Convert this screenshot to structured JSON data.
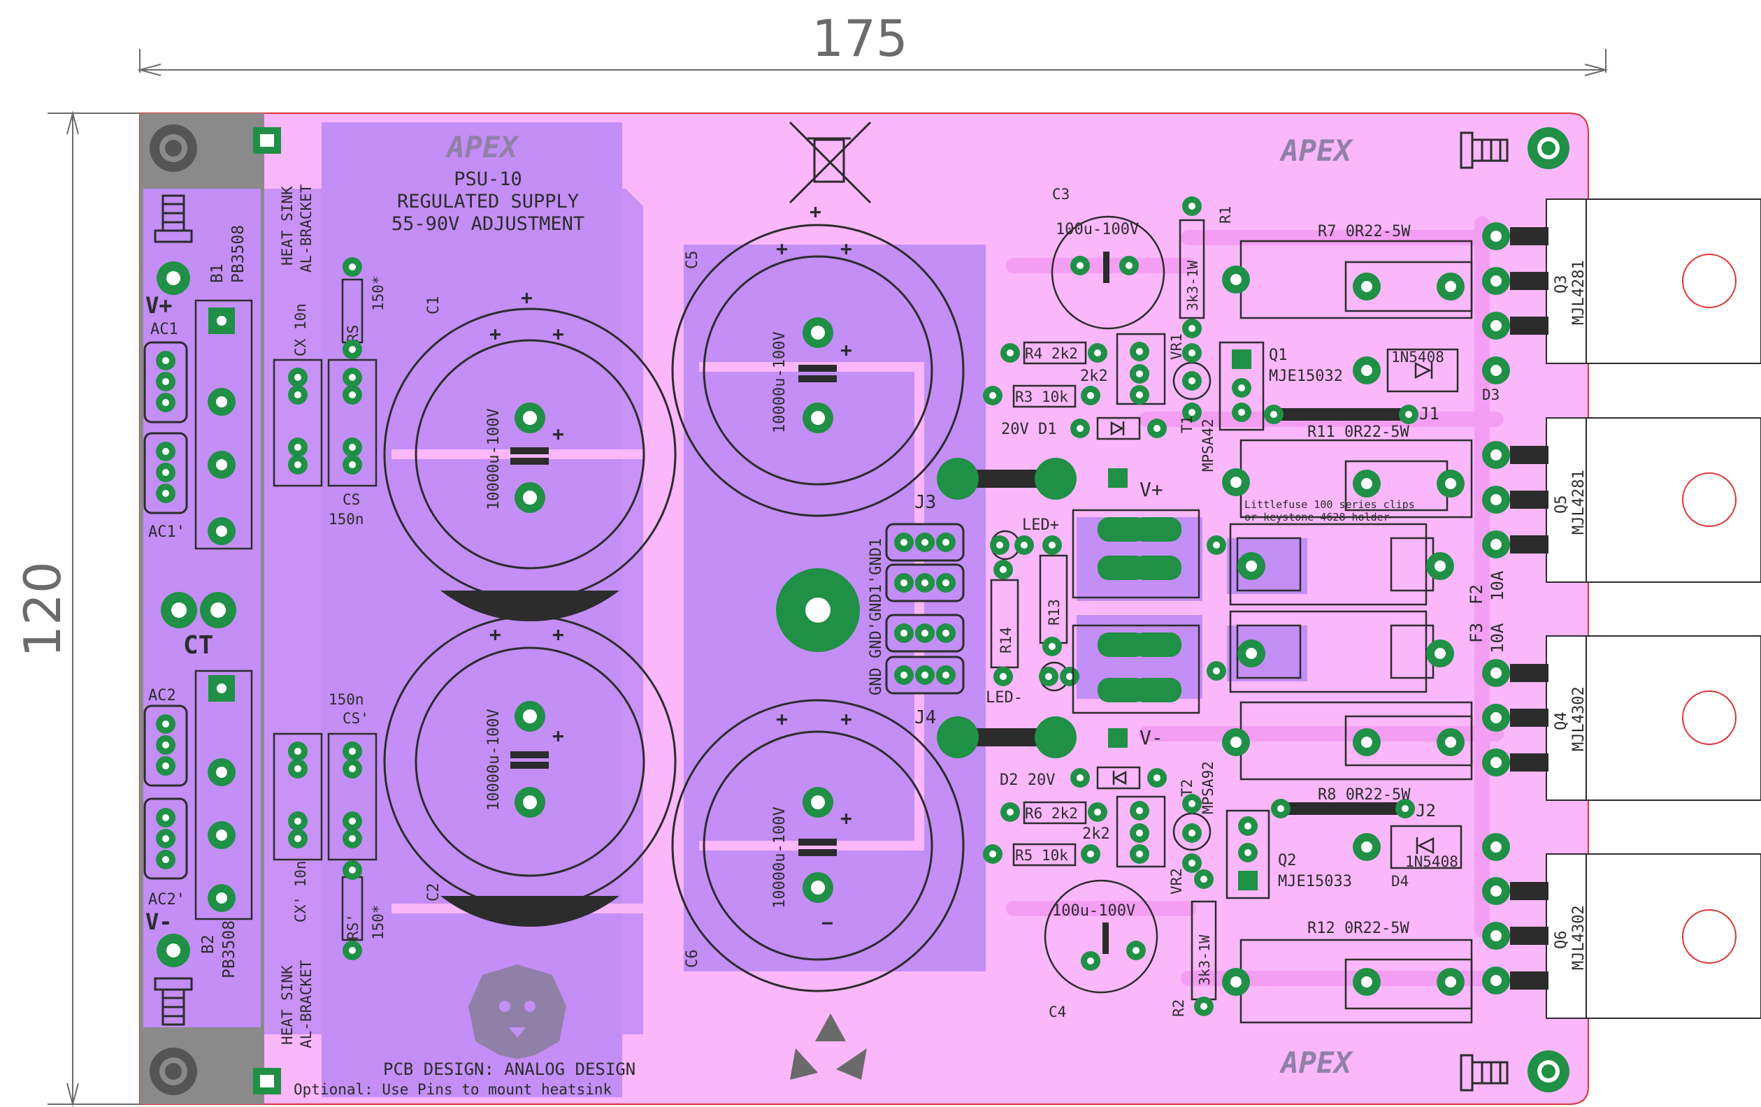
{
  "dimensions": {
    "width": "175",
    "height": "120"
  },
  "colors": {
    "board": "#fab7fa",
    "pour": "#c38ef5",
    "pad": "#1f9045",
    "pad_hole": "#ffffff",
    "silk": "#2c2c2c",
    "heatsink": "#8a8a8a",
    "edge": "#e03333",
    "dim": "#6b6b6b",
    "logo": "#9080a8"
  },
  "logos": {
    "top_left": "APEX",
    "top_right": "APEX",
    "bottom_right": "APEX"
  },
  "title": {
    "line1": "PSU-10",
    "line2": "REGULATED SUPPLY",
    "line3": "55-90V ADJUSTMENT"
  },
  "credits": {
    "design": "PCB DESIGN: ANALOG DESIGN",
    "note": "Optional: Use Pins to mount heatsink"
  },
  "fuse_note": {
    "line1": "Littlefuse 100 series clips",
    "line2": "or keystone 4628 holder"
  },
  "left_block": {
    "heatsink_top_1": "HEAT SINK",
    "heatsink_top_2": "AL-BRACKET",
    "heatsink_bot_1": "HEAT SINK",
    "heatsink_bot_2": "AL-BRACKET",
    "b1": "B1",
    "b1_part": "PB3508",
    "b2": "B2",
    "b2_part": "PB3508",
    "vplus": "V+",
    "vminus": "V-",
    "ac1": "AC1",
    "ac1p": "AC1'",
    "ac2": "AC2",
    "ac2p": "AC2'",
    "ct": "CT",
    "cx_top": "CX 10n",
    "cx_bot": "CX' 10n",
    "cs_top": "CS",
    "cs_top_val": "150n",
    "cs_bot": "CS'",
    "cs_bot_val": "150n",
    "rs_top": "RS",
    "rs_top_val": "150*",
    "rs_bot": "RS'",
    "rs_bot_val": "150*"
  },
  "capacitors": {
    "c1": "C1",
    "c2": "C2",
    "c5": "C5",
    "c6": "C6",
    "big_value": "10000u-100V",
    "c3": "C3",
    "c4": "C4",
    "small_value": "100u-100V"
  },
  "center": {
    "j3": "J3",
    "j4": "J4",
    "gnd_labels": "GND GND'GND1'GND1",
    "led_plus": "LED+",
    "led_minus": "LED-",
    "r13": "R13",
    "r14": "R14",
    "vplus": "V+",
    "vminus": "V-"
  },
  "regulator_top": {
    "r1": "R1",
    "r1_val": "3k3-1W",
    "r4": "R4 2k2",
    "r3": "R3 10k",
    "vr1": "VR1",
    "vr1_val": "2k2",
    "d1": "20V D1",
    "t1": "T1",
    "t1_part": "MPSA42",
    "q1": "Q1",
    "q1_part": "MJE15032",
    "r7": "R7 0R22-5W",
    "r11": "R11 0R22-5W",
    "d3_part": "1N5408",
    "d3": "D3",
    "j1": "J1"
  },
  "regulator_bottom": {
    "r2": "R2",
    "r2_val": "3k3-1W",
    "r6": "R6 2k2",
    "r5": "R5 10k",
    "vr2": "VR2",
    "vr2_val": "2k2",
    "d2": "D2 20V",
    "t2": "T2",
    "t2_part": "MPSA92",
    "q2": "Q2",
    "q2_part": "MJE15033",
    "r8": "R8 0R22-5W",
    "r12": "R12 0R22-5W",
    "d4_part": "1N5408",
    "d4": "D4",
    "j2": "J2"
  },
  "fuses": {
    "f2": "F2",
    "f2_val": "10A",
    "f3": "F3",
    "f3_val": "10A"
  },
  "transistors": {
    "q3": "Q3",
    "q3_part": "MJL4281",
    "q5": "Q5",
    "q5_part": "MJL4281",
    "q4": "Q4",
    "q4_part": "MJL4302",
    "q6": "Q6",
    "q6_part": "MJL4302"
  }
}
